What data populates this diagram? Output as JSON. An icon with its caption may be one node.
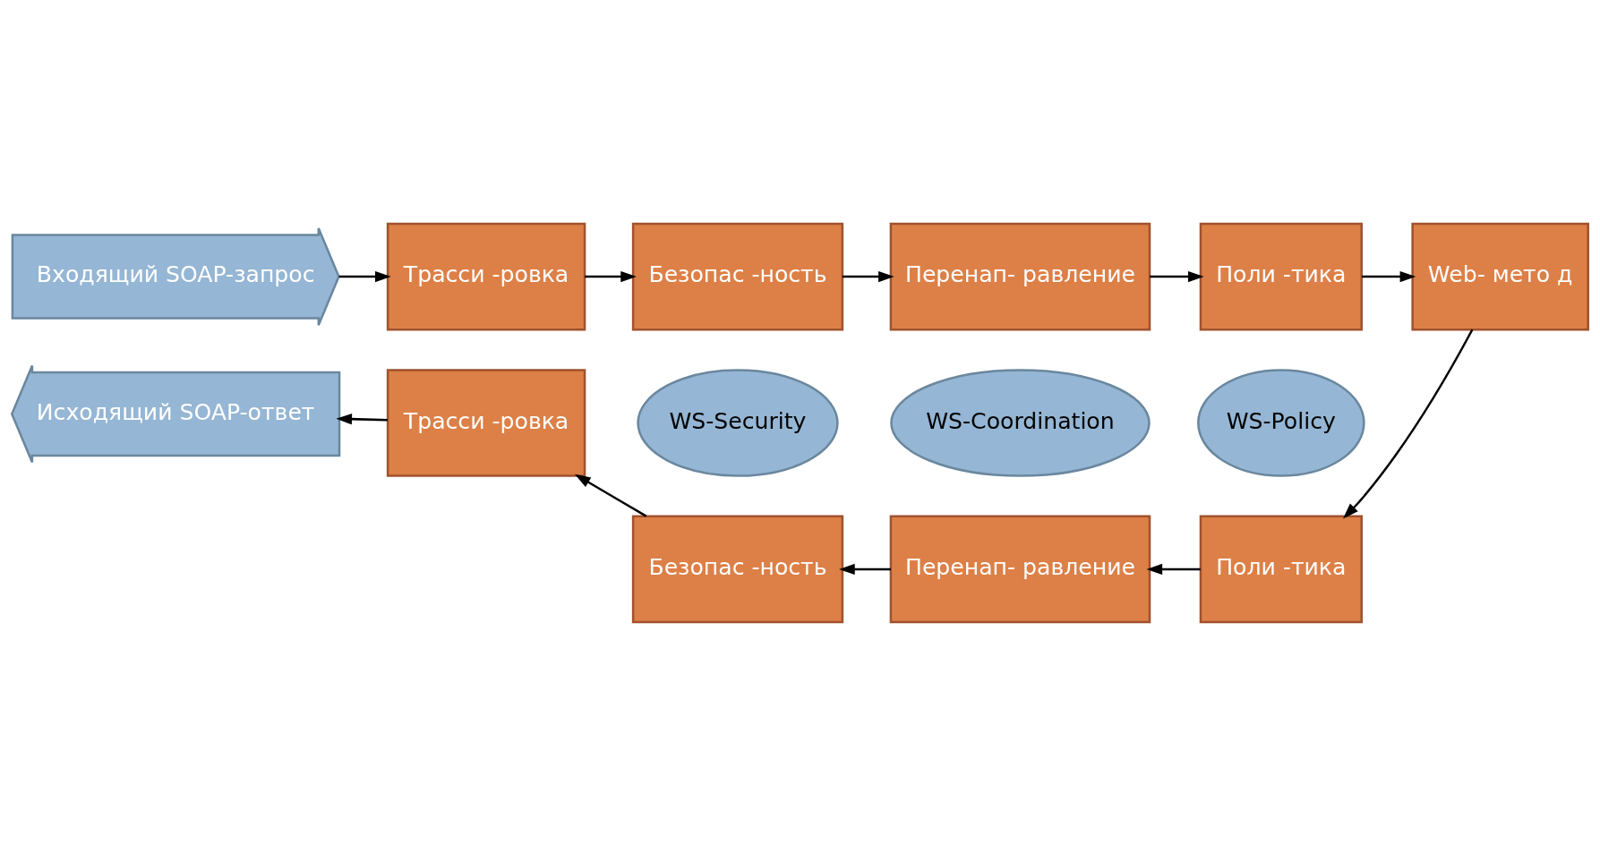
{
  "diagram": {
    "nodes": [
      {
        "text": [
          "Входящий SOAP-запрос"
        ]
      },
      {
        "text": [
          "Трасси -ровка"
        ]
      },
      {
        "text": [
          "Безопас -ность"
        ]
      },
      {
        "text": [
          "Перенап- равление"
        ]
      },
      {
        "text": [
          "Поли -тика"
        ]
      },
      {
        "text": [
          "Web- мето д"
        ]
      },
      {
        "text": [
          "Поли -тика"
        ]
      },
      {
        "text": [
          "Перенап- равление"
        ]
      },
      {
        "text": [
          "Безопас -ность"
        ]
      },
      {
        "text": [
          "Трасси -ровка"
        ]
      },
      {
        "text": [
          "Исходящий SOAP-ответ"
        ]
      },
      {
        "text": [
          "WS-Security"
        ]
      },
      {
        "text": [
          "WS-Coordination"
        ]
      },
      {
        "text": [
          "WS-Policy"
        ]
      }
    ],
    "edges": [
      {
        "from": 0,
        "to": 1,
        "arrow": "to"
      },
      {
        "from": 1,
        "to": 2,
        "arrow": "to"
      },
      {
        "from": 2,
        "to": 3,
        "arrow": "to"
      },
      {
        "from": 3,
        "to": 4,
        "arrow": "to"
      },
      {
        "from": 4,
        "to": 5,
        "arrow": "to"
      },
      {
        "from": 5,
        "to": 6,
        "arrow": "to"
      },
      {
        "from": 6,
        "to": 7,
        "arrow": "to"
      },
      {
        "from": 7,
        "to": 8,
        "arrow": "to"
      },
      {
        "from": 8,
        "to": 9,
        "arrow": "to"
      },
      {
        "from": 9,
        "to": 10,
        "arrow": "to"
      }
    ]
  }
}
